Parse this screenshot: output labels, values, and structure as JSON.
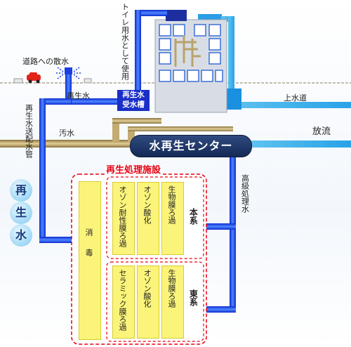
{
  "labels": {
    "road_spray": "道路への散水",
    "toilet_use": "トイレ用水として使用",
    "reclaimed_water": "再生水",
    "tank_line1": "再生水",
    "tank_line2": "受水槽",
    "tap_water": "上水道",
    "sewage": "汚水",
    "discharge": "放流",
    "center": "水再生センター",
    "pipe": "再生水送配水管",
    "advanced": "高級処理水",
    "facility_title": "再生処理施設",
    "disinfection": "消毒",
    "main_system": "本系",
    "east_system": "東系"
  },
  "circles": [
    "再",
    "生",
    "水"
  ],
  "main_steps": [
    "オゾン耐性膜ろ過",
    "オゾン酸化",
    "生物膜ろ過"
  ],
  "east_steps": [
    "セラミック膜ろ過",
    "オゾン酸化",
    "生物膜ろ過"
  ],
  "colors": {
    "blue_pipe": "#1a3fe0",
    "brown_pipe": "#b39a63",
    "red_dash": "#e60012",
    "yellow": "#fbf47a"
  }
}
